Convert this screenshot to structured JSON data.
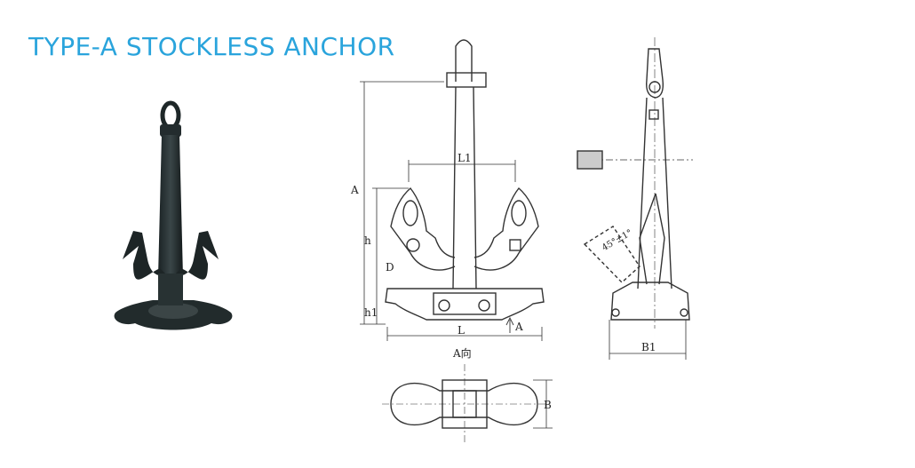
{
  "title": "TYPE-A STOCKLESS ANCHOR",
  "labels": {
    "A": "A",
    "L1": "L1",
    "h": "h",
    "D": "D",
    "h1": "h1",
    "L": "L",
    "arrowA": "A",
    "angle": "45°±1°",
    "B1": "B1",
    "Adirection": "A向",
    "B": "B"
  }
}
